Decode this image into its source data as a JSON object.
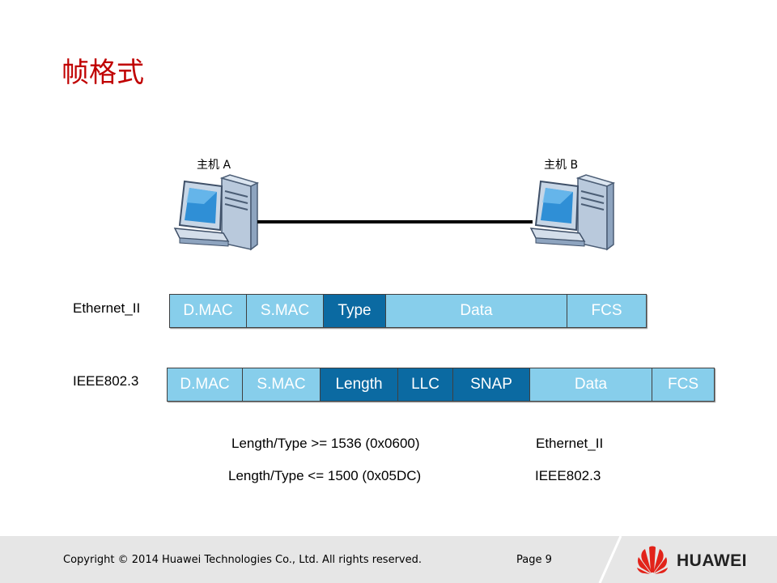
{
  "title": "帧格式",
  "hosts": {
    "a_label": "主机 A",
    "b_label": "主机 B"
  },
  "frames": {
    "ethernet_ii": {
      "label": "Ethernet_II",
      "fields": [
        "D.MAC",
        "S.MAC",
        "Type",
        "Data",
        "FCS"
      ]
    },
    "ieee8023": {
      "label": "IEEE802.3",
      "fields": [
        "D.MAC",
        "S.MAC",
        "Length",
        "LLC",
        "SNAP",
        "Data",
        "FCS"
      ]
    }
  },
  "rules": [
    {
      "condition": "Length/Type >= 1536 (0x0600)",
      "result": "Ethernet_II"
    },
    {
      "condition": "Length/Type <= 1500 (0x05DC)",
      "result": "IEEE802.3"
    }
  ],
  "footer": {
    "copyright": "Copyright © 2014 Huawei Technologies Co., Ltd. All rights reserved.",
    "page": "Page 9",
    "brand": "HUAWEI"
  },
  "colors": {
    "title": "#c00000",
    "field_light": "#87ceeb",
    "field_dark": "#0b6aa2",
    "logo_red": "#e2231a"
  }
}
